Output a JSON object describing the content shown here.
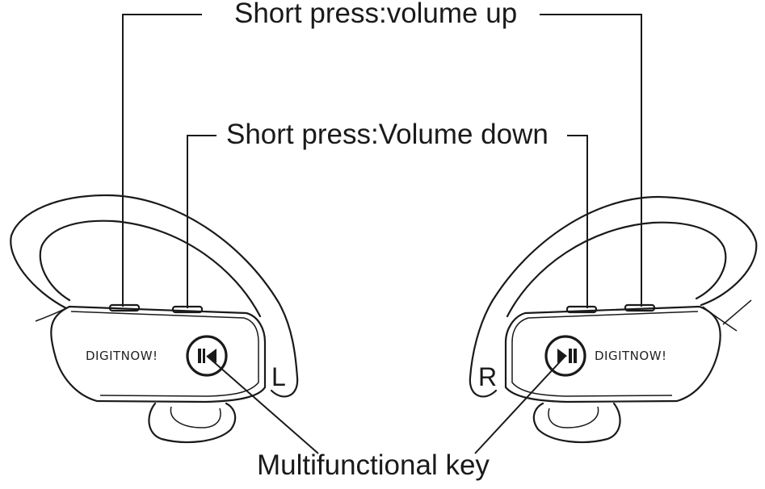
{
  "labels": {
    "volume_up": "Short press:volume up",
    "volume_down": "Short press:Volume down",
    "multifunctional_key": "Multifunctional key"
  },
  "left_earbud": {
    "brand": "DIGITNOW!",
    "side": "L",
    "button_icon": "previous-track-icon"
  },
  "right_earbud": {
    "brand": "DIGITNOW!",
    "side": "R",
    "button_icon": "play-pause-icon"
  },
  "colors": {
    "line": "#1a1a1a",
    "background": "#ffffff"
  }
}
